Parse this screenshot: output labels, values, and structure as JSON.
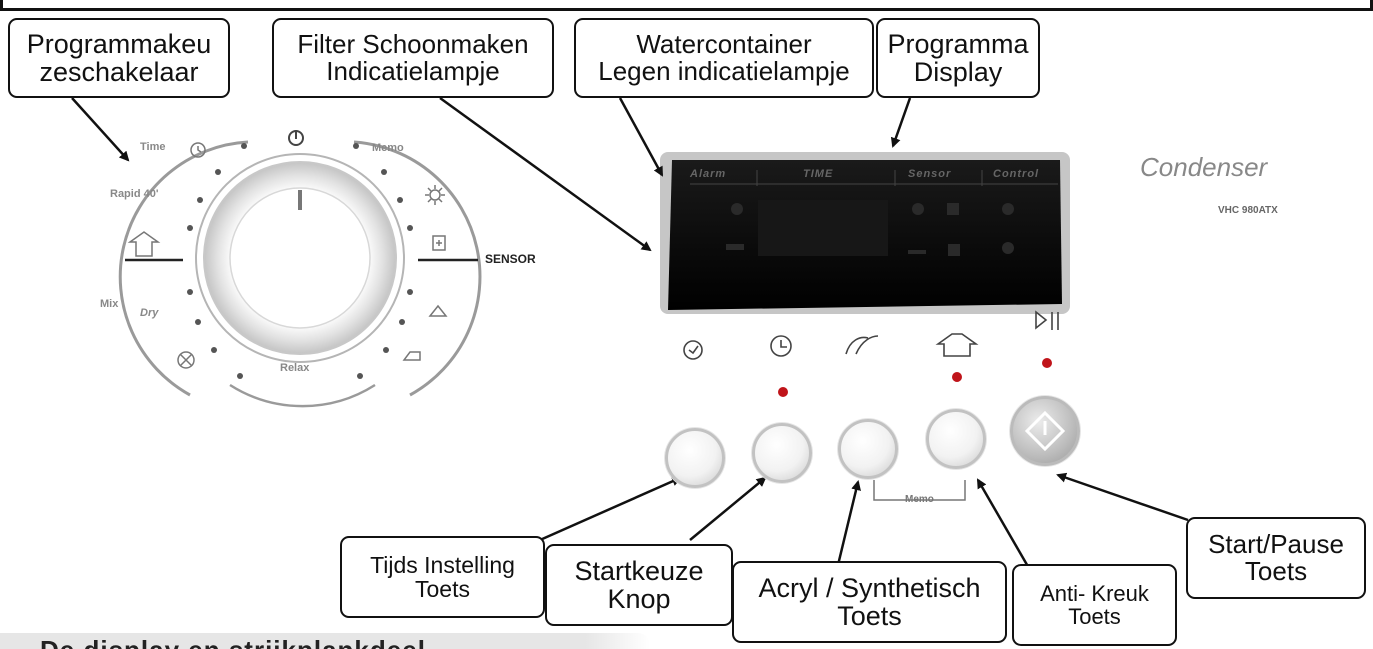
{
  "labels": {
    "programmakeuzeschakelaar": [
      "Programmakeu",
      "zeschakelaar"
    ],
    "filter_schoonmaken": [
      "Filter Schoonmaken",
      "Indicatielampje"
    ],
    "watercontainer": [
      "Watercontainer",
      "Legen indicatielampje"
    ],
    "programma_display": [
      "Programma",
      "Display"
    ],
    "tijds_instelling": [
      "Tijds Instelling",
      "Toets"
    ],
    "startkeuze": [
      "Startkeuze",
      "Knop"
    ],
    "acryl": [
      "Acryl / Synthetisch",
      "Toets"
    ],
    "anti_kreuk": [
      "Anti- Kreuk",
      "Toets"
    ],
    "start_pause": [
      "Start/Pause",
      "Toets"
    ]
  },
  "dial": {
    "time": "Time",
    "rapid": "Rapid 40'",
    "mix": "Mix",
    "dry": "Dry",
    "memo": "Memo",
    "sensor": "SENSOR",
    "relax": "Relax"
  },
  "panel": {
    "headers": [
      "Alarm",
      "TIME",
      "Sensor",
      "Control"
    ]
  },
  "brand": {
    "name": "Condenser",
    "model": "VHC 980ATX"
  },
  "memo_bracket": "Memo",
  "bottom_text": "De display en strijkplankdeel"
}
